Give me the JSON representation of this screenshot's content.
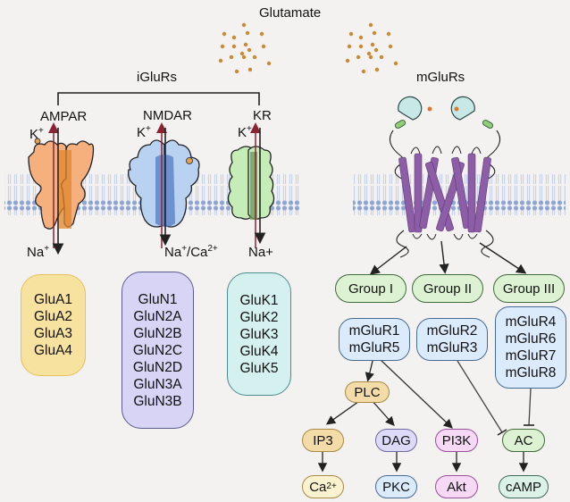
{
  "title": "Glutamate",
  "colors": {
    "background": "#f4f1f1",
    "glutamate_dot": "#c98a33",
    "membrane": "#8ea6d6",
    "ampar_fill": "#f6b07e",
    "ampar_dark": "#e0862e",
    "nmdar_fill": "#b9d2f2",
    "nmdar_dark": "#5a7fc4",
    "kr_fill": "#c6ecb8",
    "kr_dark": "#6f9a5f",
    "mglur_helix": "#8d5da8",
    "mglur_head": "#c8e8e6",
    "efflux_arrow": "#8b2333",
    "influx_arrow": "#222222"
  },
  "iglurs": {
    "label": "iGluRs",
    "receptors": [
      {
        "name": "AMPAR",
        "top_ion": "K",
        "top_charge": "+",
        "bottom_ion": "Na",
        "bottom_charge": "+",
        "bottom_suffix": "",
        "subunits": [
          "GluA1",
          "GluA2",
          "GluA3",
          "GluA4"
        ],
        "box_fill": "#f8e2a0",
        "box_border": "#e3c15c"
      },
      {
        "name": "NMDAR",
        "top_ion": "K",
        "top_charge": "+",
        "bottom_ion": "Na",
        "bottom_charge": "+",
        "bottom_suffix": "/Ca",
        "bottom_suffix_charge": "2+",
        "subunits": [
          "GluN1",
          "GluN2A",
          "GluN2B",
          "GluN2C",
          "GluN2D",
          "GluN3A",
          "GluN3B"
        ],
        "box_fill": "#d8d4f6",
        "box_border": "#5b5a8e"
      },
      {
        "name": "KR",
        "top_ion": "K",
        "top_charge": "+",
        "bottom_ion": "Na+",
        "bottom_charge": "",
        "bottom_suffix": "",
        "subunits": [
          "GluK1",
          "GluK2",
          "GluK3",
          "GluK4",
          "GluK5"
        ],
        "box_fill": "#d4f1ef",
        "box_border": "#4e8b8c"
      }
    ]
  },
  "mglurs": {
    "label": "mGluRs",
    "groups": [
      {
        "name": "Group I",
        "members": [
          "mGluR1",
          "mGluR5"
        ]
      },
      {
        "name": "Group II",
        "members": [
          "mGluR2",
          "mGluR3"
        ]
      },
      {
        "name": "Group III",
        "members": [
          "mGluR4",
          "mGluR6",
          "mGluR7",
          "mGluR8"
        ]
      }
    ],
    "group_fill": "#dcf2d2",
    "group_border": "#3f6a3a",
    "member_fill": "#dcebfb",
    "member_border": "#456b95"
  },
  "signaling": {
    "PLC": {
      "label": "PLC",
      "fill": "#f3dca8",
      "border": "#a88a45"
    },
    "IP3": {
      "label": "IP3",
      "fill": "#f3dca8",
      "border": "#a88a45"
    },
    "DAG": {
      "label": "DAG",
      "fill": "#dcdaf6",
      "border": "#6d6aa3"
    },
    "PI3K": {
      "label": "PI3K",
      "fill": "#f5d9f5",
      "border": "#9b4f9d"
    },
    "AC": {
      "label": "AC",
      "fill": "#dcf2d2",
      "border": "#3f6a3a"
    },
    "Ca": {
      "label": "Ca",
      "charge": "2+",
      "fill": "#fbf3cf",
      "border": "#a88a45"
    },
    "PKC": {
      "label": "PKC",
      "fill": "#dcebfb",
      "border": "#456b95"
    },
    "Akt": {
      "label": "Akt",
      "fill": "#f5d9f5",
      "border": "#9b4f9d"
    },
    "cAMP": {
      "label": "cAMP",
      "fill": "#dcf2e6",
      "border": "#3f6a5a"
    }
  },
  "edges": [
    {
      "from": "mGluR1/mGluR5",
      "to": "PLC",
      "type": "activate"
    },
    {
      "from": "mGluR1/mGluR5",
      "to": "PI3K",
      "type": "activate"
    },
    {
      "from": "PLC",
      "to": "IP3",
      "type": "activate"
    },
    {
      "from": "PLC",
      "to": "DAG",
      "type": "activate"
    },
    {
      "from": "IP3",
      "to": "Ca2+",
      "type": "activate"
    },
    {
      "from": "DAG",
      "to": "PKC",
      "type": "activate"
    },
    {
      "from": "PI3K",
      "to": "Akt",
      "type": "activate"
    },
    {
      "from": "mGluR2/mGluR3",
      "to": "AC",
      "type": "inhibit"
    },
    {
      "from": "mGluR4/6/7/8",
      "to": "AC",
      "type": "inhibit"
    },
    {
      "from": "AC",
      "to": "cAMP",
      "type": "activate"
    }
  ]
}
